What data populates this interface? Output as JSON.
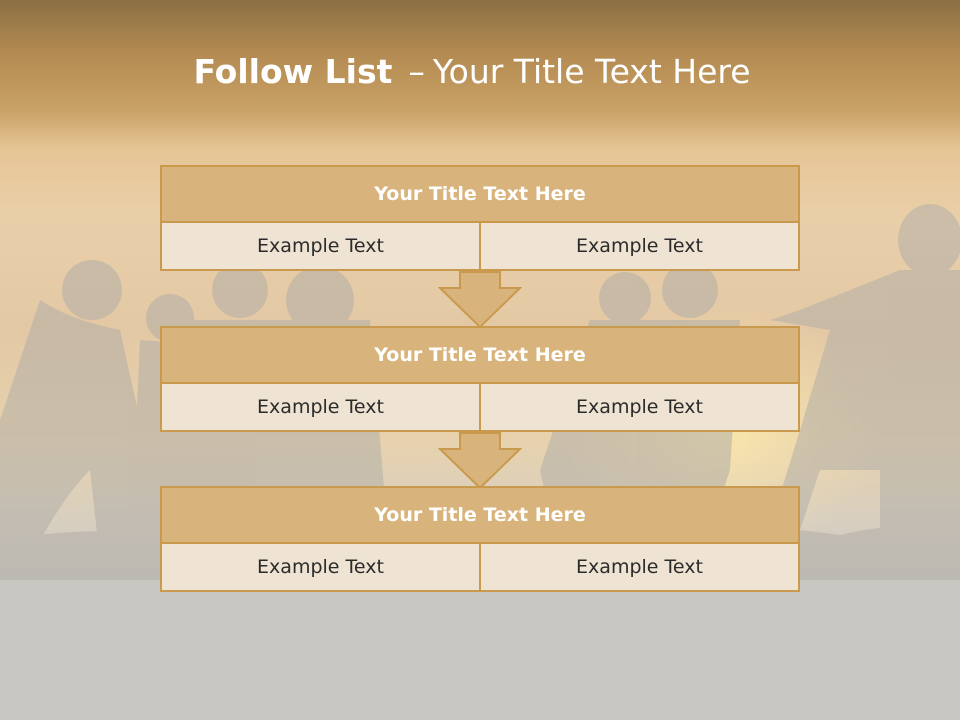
{
  "slide": {
    "title_bold": "Follow List",
    "title_separator": "–",
    "title_rest": "Your Title Text Here"
  },
  "blocks": [
    {
      "title": "Your Title Text Here",
      "left": "Example Text",
      "right": "Example Text"
    },
    {
      "title": "Your Title Text Here",
      "left": "Example Text",
      "right": "Example Text"
    },
    {
      "title": "Your Title Text Here",
      "left": "Example Text",
      "right": "Example Text"
    }
  ],
  "colors": {
    "header_fill": "#d8b37c",
    "border": "#c99a4e",
    "cell_fill": "#efe3d3",
    "arrow_fill": "#d8b37c"
  },
  "icons": [
    "down-arrow-icon"
  ]
}
